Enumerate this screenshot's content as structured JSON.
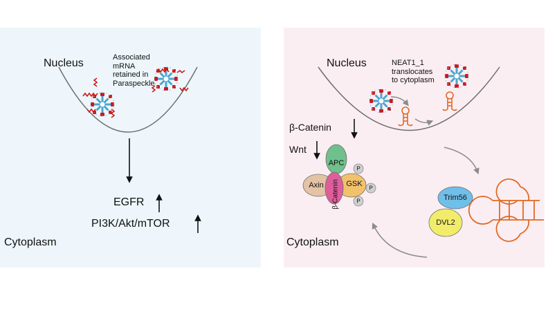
{
  "left_panel": {
    "nucleus": "Nucleus",
    "annotation_lines": [
      "Associated",
      "mRNA",
      "retained in",
      "Paraspeckle"
    ],
    "egfr": "EGFR",
    "pathway": "PI3K/Akt/mTOR",
    "cytoplasm": "Cytoplasm"
  },
  "right_panel": {
    "nucleus": "Nucleus",
    "annotation_lines": [
      "NEAT1_1",
      "translocates",
      "to cytoplasm"
    ],
    "beta_catenin": "β-Catenin",
    "wnt": "Wnt",
    "complex": {
      "apc": "APC",
      "axin": "Axin",
      "beta_catenin_node": "β-Catenin",
      "gsk": "GSK",
      "phospho": "P"
    },
    "trim56": "Trim56",
    "dvl2": "DVL2",
    "cytoplasm": "Cytoplasm"
  },
  "colors": {
    "left_bg": "#eef6fb",
    "right_bg": "#fbeef3",
    "apc": "#6fc08c",
    "axin": "#e3c3a6",
    "beta_catenin": "#dc5f9b",
    "gsk": "#f1c16c",
    "phospho": "#cfcfcf",
    "trim56": "#6fbfe8",
    "dvl2": "#f2ec6b",
    "rna_orange": "#e06a22",
    "paraspeckle_red": "#cc1a1a",
    "paraspeckle_blue": "#4aa7cf",
    "arrow_grey": "#8c8c8c"
  }
}
